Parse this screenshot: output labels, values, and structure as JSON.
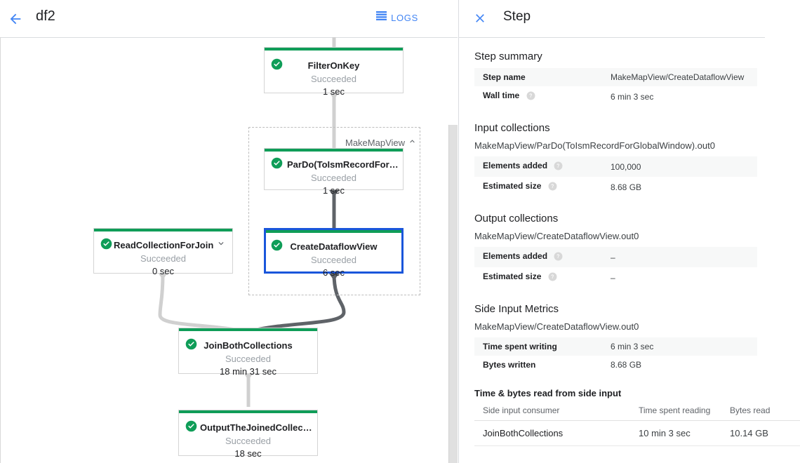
{
  "topbar": {
    "back_icon": "arrow-back-icon",
    "job_name": "df2",
    "logs_icon": "logs-list-icon",
    "logs_label": "LOGS"
  },
  "graph": {
    "composite_group": {
      "label": "MakeMapView",
      "collapse_icon": "chevron-up-icon"
    },
    "nodes": [
      {
        "id": "filter-on-key",
        "name": "FilterOnKey",
        "status": "Succeeded",
        "time": "1 sec",
        "status_icon": "check-circle-icon",
        "selected": false,
        "has_expander": false
      },
      {
        "id": "pardo-to-ism-record",
        "name": "ParDo(ToIsmRecordFor…",
        "status": "Succeeded",
        "time": "1 sec",
        "status_icon": "check-circle-icon",
        "selected": false,
        "has_expander": false
      },
      {
        "id": "create-dataflow-view",
        "name": "CreateDataflowView",
        "status": "Succeeded",
        "time": "6 sec",
        "status_icon": "check-circle-icon",
        "selected": true,
        "has_expander": false
      },
      {
        "id": "read-collection-for-join",
        "name": "ReadCollectionForJoin",
        "status": "Succeeded",
        "time": "0 sec",
        "status_icon": "check-circle-icon",
        "selected": false,
        "has_expander": true,
        "expander_icon": "chevron-down-icon"
      },
      {
        "id": "join-both-collections",
        "name": "JoinBothCollections",
        "status": "Succeeded",
        "time": "18 min 31 sec",
        "status_icon": "check-circle-icon",
        "selected": false,
        "has_expander": false
      },
      {
        "id": "output-the-joined-collection",
        "name": "OutputTheJoinedCollec…",
        "status": "Succeeded",
        "time": "18 sec",
        "status_icon": "check-circle-icon",
        "selected": false,
        "has_expander": false
      }
    ],
    "colors": {
      "success_bar": "#0f9d58",
      "selected_border": "#1a56db",
      "edge_light": "#d0d0d0",
      "edge_dark": "#5f6368"
    }
  },
  "panel": {
    "close_icon": "close-icon",
    "title": "Step",
    "step_summary": {
      "heading": "Step summary",
      "rows": [
        {
          "key": "Step name",
          "value": "MakeMapView/CreateDataflowView",
          "help": false
        },
        {
          "key": "Wall time",
          "value": "6 min 3 sec",
          "help": true
        }
      ]
    },
    "input_collections": {
      "heading": "Input collections",
      "collection": "MakeMapView/ParDo(ToIsmRecordForGlobalWindow).out0",
      "rows": [
        {
          "key": "Elements added",
          "value": "100,000",
          "help": true
        },
        {
          "key": "Estimated size",
          "value": "8.68 GB",
          "help": true
        }
      ]
    },
    "output_collections": {
      "heading": "Output collections",
      "collection": "MakeMapView/CreateDataflowView.out0",
      "rows": [
        {
          "key": "Elements added",
          "value": "–",
          "help": true
        },
        {
          "key": "Estimated size",
          "value": "–",
          "help": true
        }
      ]
    },
    "side_input_metrics": {
      "heading": "Side Input Metrics",
      "collection": "MakeMapView/CreateDataflowView.out0",
      "rows": [
        {
          "key": "Time spent writing",
          "value": "6 min 3 sec",
          "help": false
        },
        {
          "key": "Bytes written",
          "value": "8.68 GB",
          "help": false
        }
      ]
    },
    "side_input_reads": {
      "heading": "Time & bytes read from side input",
      "columns": [
        "Side input consumer",
        "Time spent reading",
        "Bytes read"
      ],
      "rows": [
        [
          "JoinBothCollections",
          "10 min 3 sec",
          "10.14 GB"
        ]
      ]
    },
    "scrollbar": {
      "name": "panel-scrollbar"
    }
  }
}
